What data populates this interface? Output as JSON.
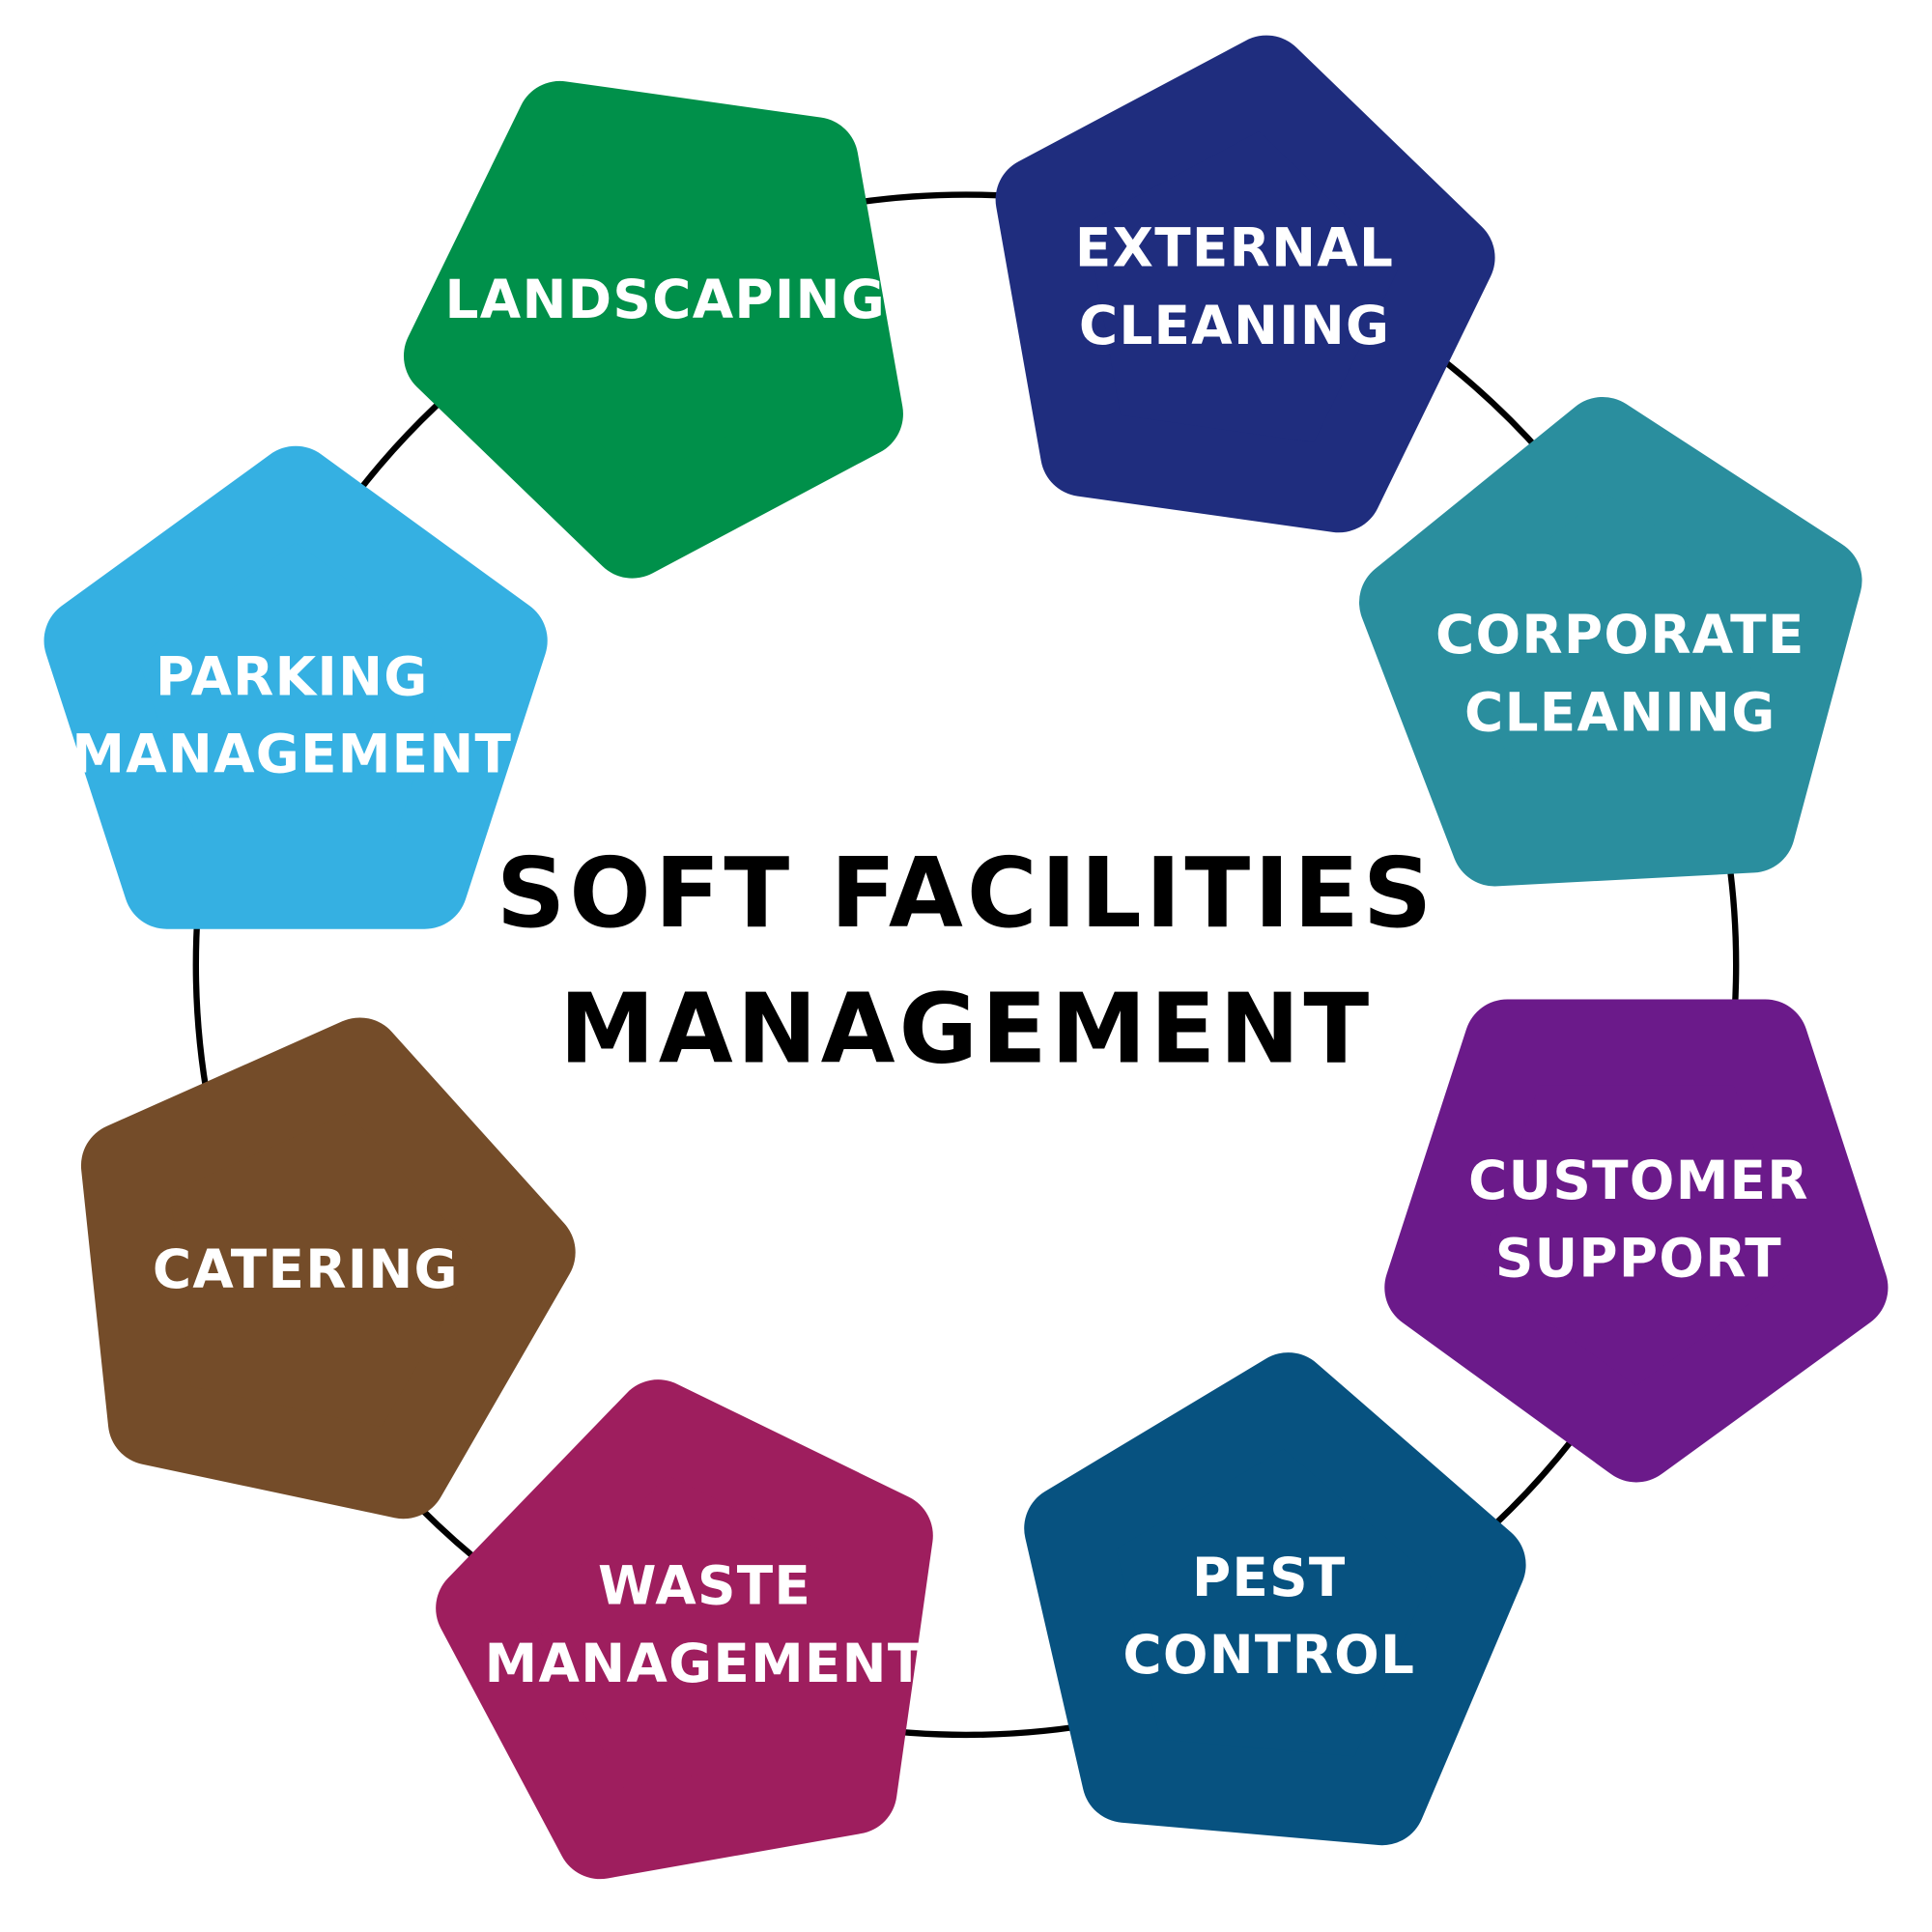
{
  "title": {
    "line1": "SOFT FACILITIES",
    "line2": "MANAGEMENT"
  },
  "items": [
    {
      "lines": [
        "LANDSCAPING"
      ],
      "color": "#00904A"
    },
    {
      "lines": [
        "EXTERNAL",
        "CLEANING"
      ],
      "color": "#1F2D7E"
    },
    {
      "lines": [
        "CORPORATE",
        "CLEANING"
      ],
      "color": "#2A8E9E"
    },
    {
      "lines": [
        "CUSTOMER",
        "SUPPORT"
      ],
      "color": "#6B1A8A"
    },
    {
      "lines": [
        "PEST",
        "CONTROL"
      ],
      "color": "#075280"
    },
    {
      "lines": [
        "WASTE",
        "MANAGEMENT"
      ],
      "color": "#9E1E5E"
    },
    {
      "lines": [
        "CATERING"
      ],
      "color": "#744C29"
    },
    {
      "lines": [
        "PARKING",
        "MANAGEMENT"
      ],
      "color": "#35B0E2"
    }
  ]
}
